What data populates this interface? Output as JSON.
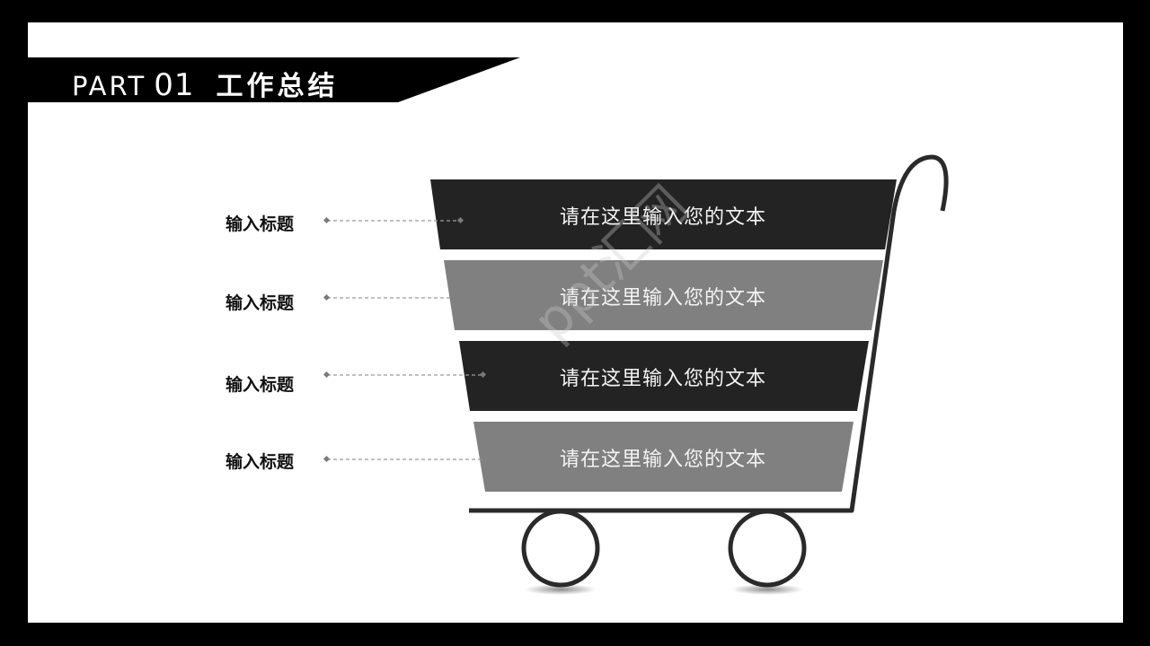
{
  "header": {
    "part_label": "PART",
    "part_number": "01",
    "section_title": "工作总结"
  },
  "rows": [
    {
      "label": "输入标题",
      "text": "请在这里输入您的文本",
      "color": "#232323"
    },
    {
      "label": "输入标题",
      "text": "请在这里输入您的文本",
      "color": "#808080"
    },
    {
      "label": "输入标题",
      "text": "请在这里输入您的文本",
      "color": "#232323"
    },
    {
      "label": "输入标题",
      "text": "请在这里输入您的文本",
      "color": "#808080"
    }
  ],
  "watermark": "ppt汇网",
  "colors": {
    "frame": "#000000",
    "dark_band": "#232323",
    "light_band": "#808080",
    "cart_stroke": "#2a2a2a",
    "connector": "#9a9a9a"
  }
}
